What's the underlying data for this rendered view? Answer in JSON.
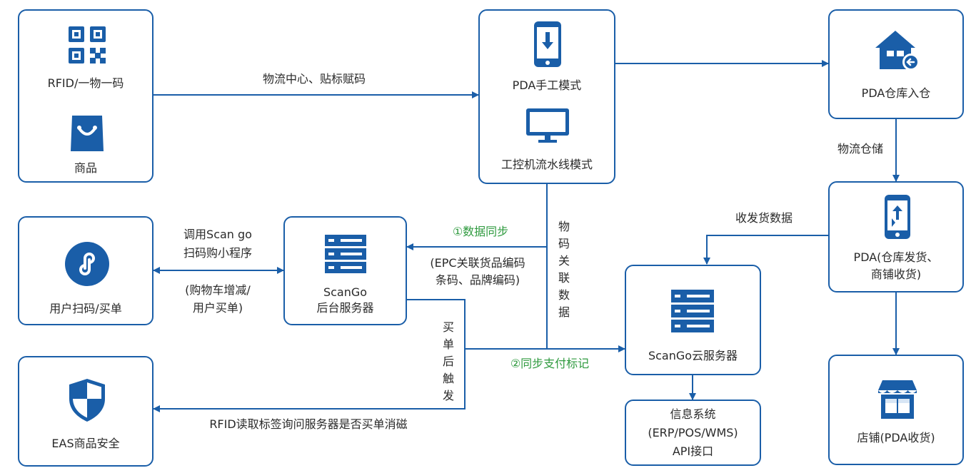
{
  "nodes": {
    "rfid_product": {
      "line1": "RFID/一物一码",
      "line2": "商品"
    },
    "pda_manual": {
      "line1": "PDA手工模式",
      "line2": "工控机流水线模式"
    },
    "pda_inbound": {
      "label": "PDA仓库入仓"
    },
    "user_scan": {
      "label": "用户扫码/买单"
    },
    "scango_backend": {
      "line1": "ScanGo",
      "line2": "后台服务器"
    },
    "pda_ship": {
      "line1": "PDA(仓库发货、",
      "line2": "商铺收货)"
    },
    "scango_cloud": {
      "label": "ScanGo云服务器"
    },
    "eas": {
      "label": "EAS商品安全"
    },
    "info_system": {
      "line1": "信息系统",
      "line2": "(ERP/POS/WMS)",
      "line3": "API接口"
    },
    "store": {
      "label": "店铺(PDA收货)"
    }
  },
  "edges": {
    "logistics_center": "物流中心、贴标赋码",
    "logistics_storage": "物流仓储",
    "recv_ship_data": "收发货数据",
    "call_line1": "调用Scan go",
    "call_line2": "扫码购小程序",
    "cart_line1": "(购物车增减/",
    "cart_line2": "用户买单)",
    "sync_data": "①数据同步",
    "epc_line1": "(EPC关联货品编码",
    "epc_line2": "条码、品牌编码)",
    "code_relation": "物码关联数据",
    "after_purchase": "买单后触发",
    "sync_pay": "②同步支付标记",
    "rfid_query": "RFID读取标签询问服务器是否买单消磁"
  },
  "icons": {
    "rfid_product": [
      "qr-code-icon",
      "shopping-bag-icon"
    ],
    "pda_manual": [
      "mobile-download-icon",
      "monitor-icon"
    ],
    "pda_inbound": "warehouse-inbound-icon",
    "user_scan": "mini-program-icon",
    "scango_backend": "server-icon",
    "pda_ship": "mobile-transfer-icon",
    "scango_cloud": "server-icon",
    "eas": "shield-icon",
    "store": "store-icon"
  },
  "colors": {
    "primary": "#1a5ea8",
    "accent_green": "#2e9a3e",
    "text": "#2a2a2a"
  }
}
